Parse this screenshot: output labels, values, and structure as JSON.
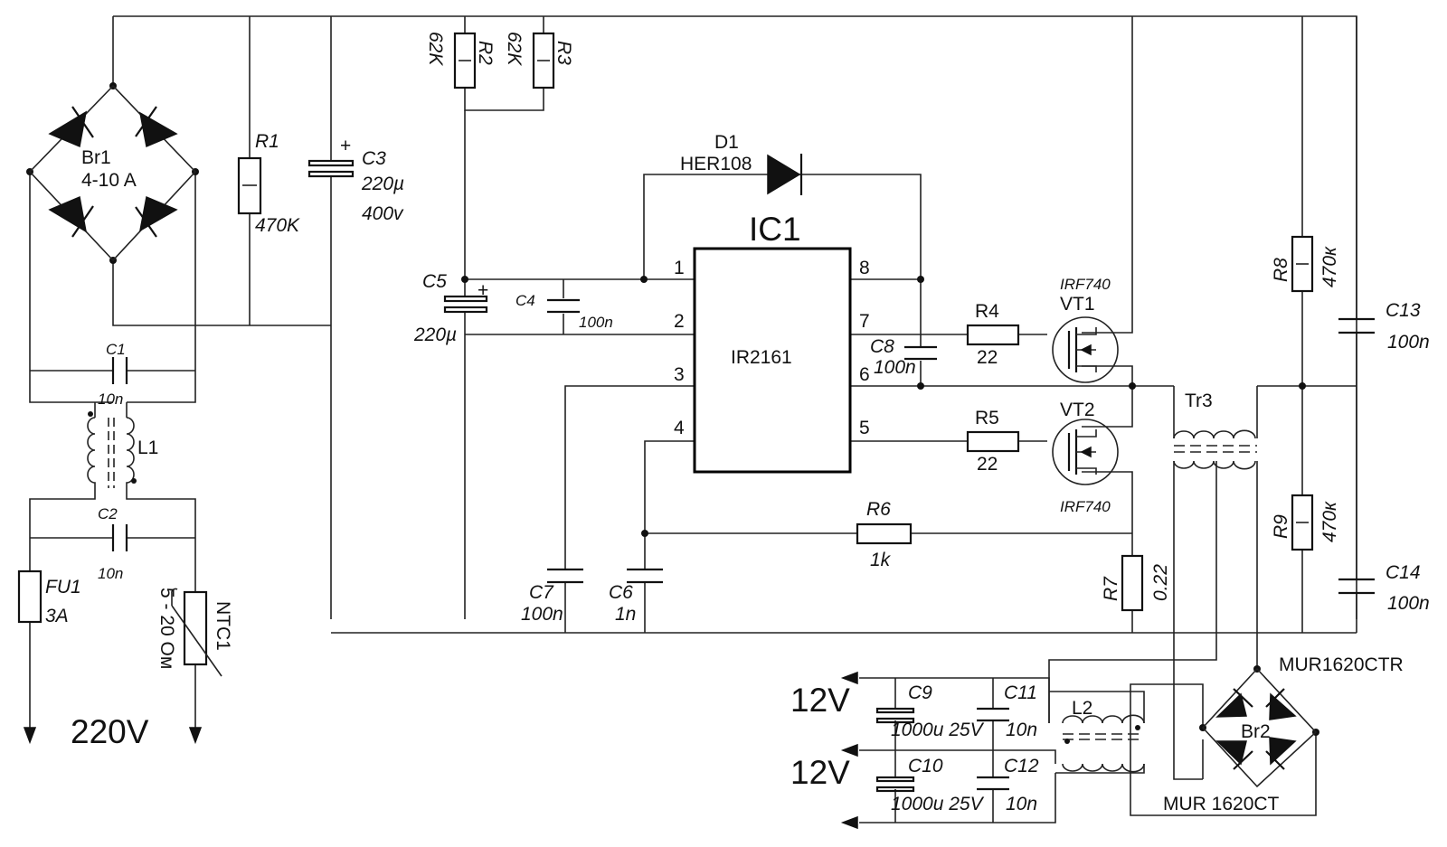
{
  "components": {
    "br1": {
      "ref": "Br1",
      "value": "4-10 A"
    },
    "r1": {
      "ref": "R1",
      "value": "470K"
    },
    "c3": {
      "ref": "C3",
      "value": "220µ",
      "voltage": "400v",
      "polarity": "+"
    },
    "r2": {
      "ref": "R2",
      "value": "62K"
    },
    "r3": {
      "ref": "R3",
      "value": "62K"
    },
    "d1": {
      "ref": "D1",
      "value": "HER108"
    },
    "ic1": {
      "ref": "IC1",
      "value": "IR2161",
      "pins": [
        "1",
        "2",
        "3",
        "4",
        "5",
        "6",
        "7",
        "8"
      ]
    },
    "c5": {
      "ref": "C5",
      "value": "220µ",
      "polarity": "+"
    },
    "c4": {
      "ref": "C4",
      "value": "100n"
    },
    "c8": {
      "ref": "C8",
      "value": "100n"
    },
    "r4": {
      "ref": "R4",
      "value": "22"
    },
    "r5": {
      "ref": "R5",
      "value": "22"
    },
    "vt1": {
      "ref": "VT1",
      "value": "IRF740"
    },
    "vt2": {
      "ref": "VT2",
      "value": "IRF740"
    },
    "r6": {
      "ref": "R6",
      "value": "1k"
    },
    "r7": {
      "ref": "R7",
      "value": "0.22"
    },
    "c7": {
      "ref": "C7",
      "value": "100n"
    },
    "c6": {
      "ref": "C6",
      "value": "1n"
    },
    "tr3": {
      "ref": "Tr3"
    },
    "r8": {
      "ref": "R8",
      "value": "470к"
    },
    "r9": {
      "ref": "R9",
      "value": "470к"
    },
    "c13": {
      "ref": "C13",
      "value": "100n"
    },
    "c14": {
      "ref": "C14",
      "value": "100n"
    },
    "c1": {
      "ref": "C1",
      "value": "10n"
    },
    "c2": {
      "ref": "C2",
      "value": "10n"
    },
    "l1": {
      "ref": "L1"
    },
    "fu1": {
      "ref": "FU1",
      "value": "3A"
    },
    "ntc1": {
      "ref": "NTC1",
      "value": "5 - 20 Ом"
    },
    "c9": {
      "ref": "C9",
      "value": "1000u 25V"
    },
    "c10": {
      "ref": "C10",
      "value": "1000u 25V"
    },
    "c11": {
      "ref": "C11",
      "value": "10n"
    },
    "c12": {
      "ref": "C12",
      "value": "10n"
    },
    "l2": {
      "ref": "L2"
    },
    "br2": {
      "ref": "Br2",
      "top": "MUR1620CTR",
      "bottom": "MUR 1620CT"
    }
  },
  "labels": {
    "mains": "220V",
    "out1": "12V",
    "out2": "12V"
  }
}
